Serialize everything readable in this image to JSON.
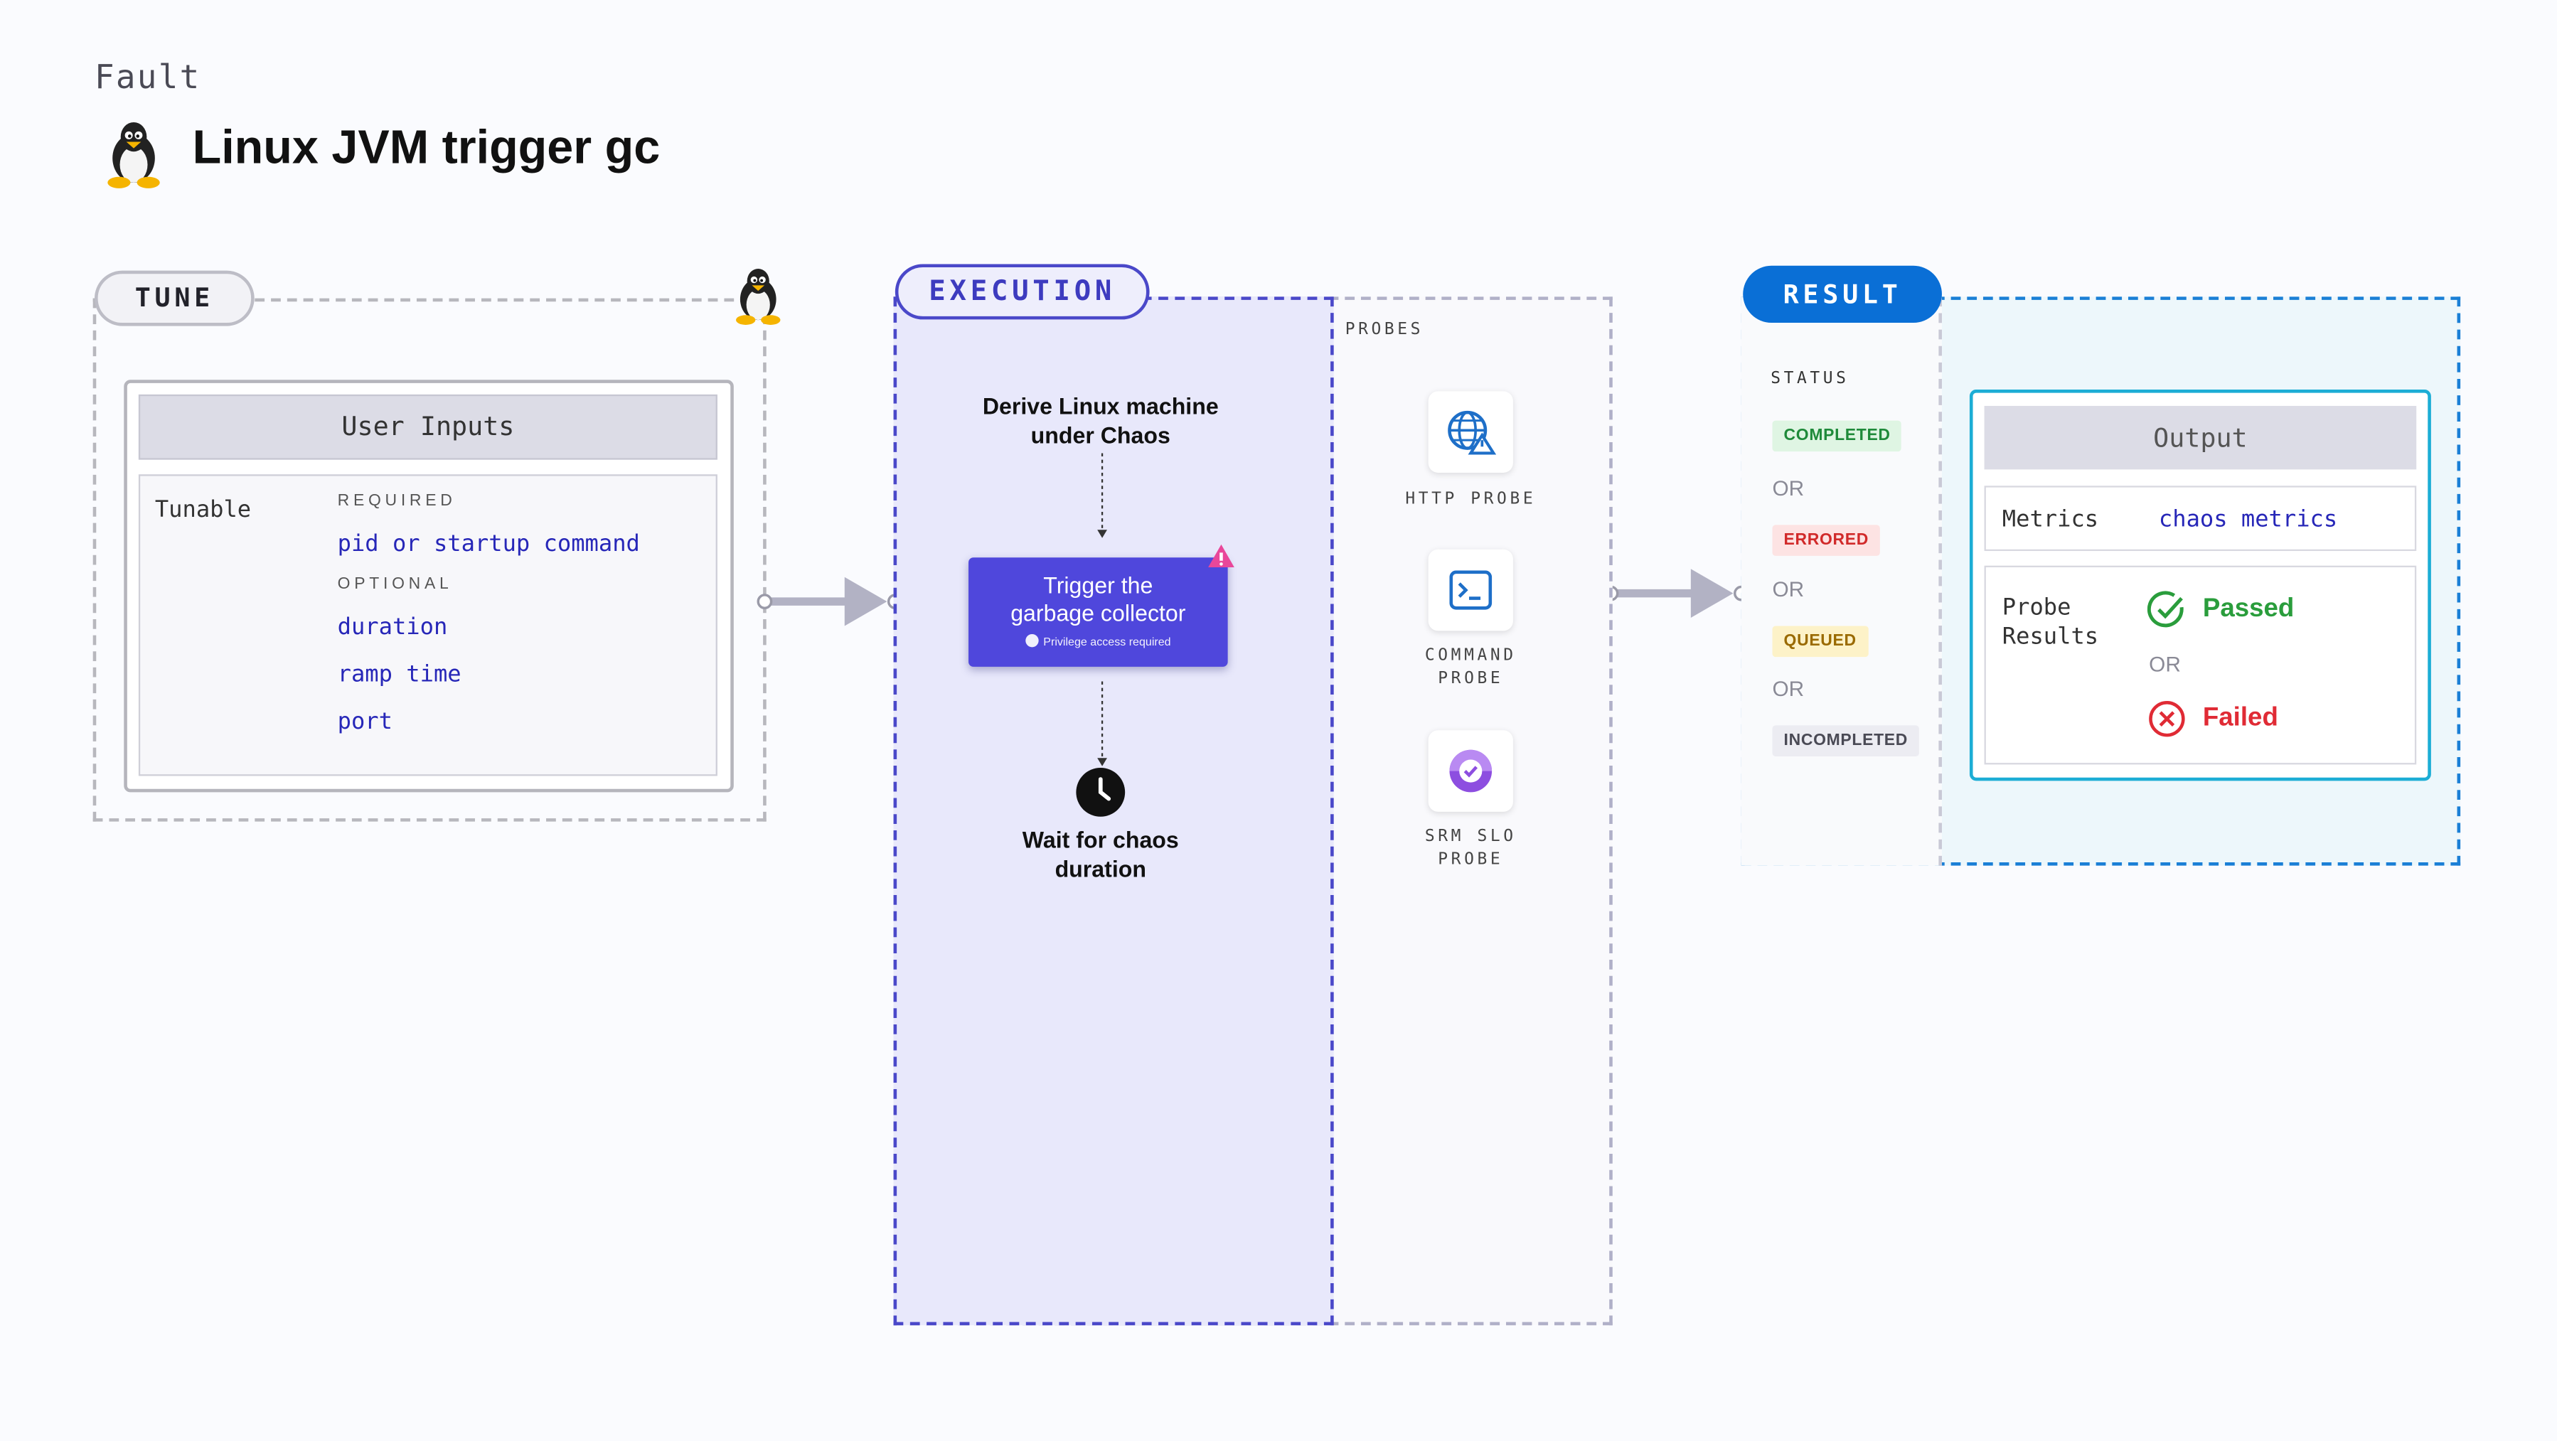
{
  "header": {
    "kind": "Fault",
    "title": "Linux JVM trigger gc"
  },
  "tune": {
    "label": "TUNE",
    "card_title": "User Inputs",
    "tunable_label": "Tunable",
    "required_label": "REQUIRED",
    "required": [
      "pid or startup command"
    ],
    "optional_label": "OPTIONAL",
    "optional": [
      "duration",
      "ramp time",
      "port"
    ]
  },
  "execution": {
    "label": "EXECUTION",
    "step1": [
      "Derive Linux machine",
      "under Chaos"
    ],
    "action_title": [
      "Trigger the",
      "garbage collector"
    ],
    "action_note": "Privilege access required",
    "step3": [
      "Wait for chaos",
      "duration"
    ],
    "probes_label": "PROBES",
    "probes": [
      {
        "label": [
          "HTTP PROBE"
        ],
        "icon": "http-probe-icon"
      },
      {
        "label": [
          "COMMAND",
          "PROBE"
        ],
        "icon": "command-probe-icon"
      },
      {
        "label": [
          "SRM SLO",
          "PROBE"
        ],
        "icon": "srm-slo-probe-icon"
      }
    ]
  },
  "result": {
    "label": "RESULT",
    "status_label": "STATUS",
    "or_label": "OR",
    "statuses": [
      {
        "text": "COMPLETED",
        "fg": "#1f8a3a",
        "bg": "#dff5e3"
      },
      {
        "text": "ERRORED",
        "fg": "#d12a2a",
        "bg": "#fde3e3"
      },
      {
        "text": "QUEUED",
        "fg": "#9a6a00",
        "bg": "#fdf2c8"
      },
      {
        "text": "INCOMPLETED",
        "fg": "#4a4a55",
        "bg": "#ececf2"
      }
    ],
    "output_title": "Output",
    "metrics_label": "Metrics",
    "metrics_value": "chaos metrics",
    "probe_results_label": [
      "Probe",
      "Results"
    ],
    "passed": "Passed",
    "failed": "Failed"
  },
  "colors": {
    "execution_accent": "#4a48c9",
    "result_accent": "#0a6fd6",
    "passed": "#2a9d3c",
    "failed": "#e02b35",
    "link": "#2727b8"
  }
}
